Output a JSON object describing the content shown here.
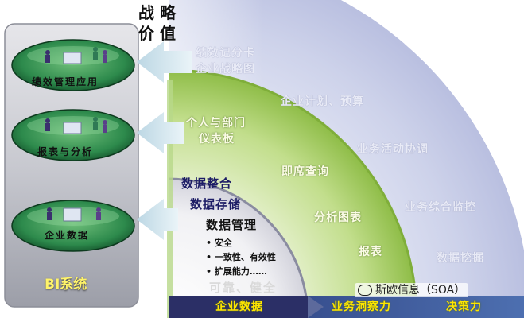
{
  "strategic_value": {
    "line1": "战 略",
    "line2": "价 值"
  },
  "left_panel": {
    "items": [
      {
        "label": "绩效管理应用"
      },
      {
        "label": "报表与分析"
      },
      {
        "label": "企业数据"
      }
    ],
    "title": "BI系统"
  },
  "outer_ring": {
    "labels": [
      "绩效记分卡",
      "企业战略图",
      "企业计划、预算",
      "业务活动协调",
      "业务综合监控",
      "数据挖掘"
    ],
    "bottom": "决策力"
  },
  "middle_ring": {
    "labels": [
      "个人与部门",
      "仪表板",
      "即席查询",
      "分析图表",
      "报表"
    ],
    "bottom": "业务洞察力"
  },
  "inner_core": {
    "headings": [
      "数据整合",
      "数据存储",
      "数据管理"
    ],
    "bullets": [
      "• 安全",
      "• 一致性、有效性",
      "• 扩展能力……"
    ],
    "reliable": "可靠、健全",
    "bottom": "企业数据"
  },
  "watermark": {
    "text": "斯欧信息（SOA）"
  },
  "colors": {
    "outer": "#c9cde9",
    "middle": "#a9cf6a",
    "inner": "#eeeef2",
    "arrow": "#d5e7ef",
    "yellow": "#ffe600"
  }
}
